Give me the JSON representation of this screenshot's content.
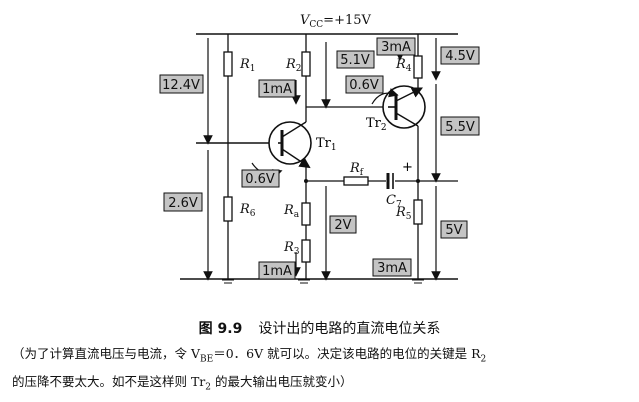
{
  "supply": {
    "prefix": "V",
    "sub": "CC",
    "rest": "=+15V"
  },
  "boxes": {
    "v_r1": "12.4V",
    "v_r6": "2.6V",
    "i_r2": "1mA",
    "v_r2": "5.1V",
    "v_be2": "0.6V",
    "i_r4": "3mA",
    "v_r4": "4.5V",
    "v_ce2": "5.5V",
    "v_be1": "0.6V",
    "v_e1": "2V",
    "i_r3": "1mA",
    "i_r5": "3mA",
    "v_r5": "5V"
  },
  "components": {
    "R1": {
      "letter": "R",
      "sub": "1"
    },
    "R2": {
      "letter": "R",
      "sub": "2"
    },
    "R3": {
      "letter": "R",
      "sub": "3"
    },
    "R4": {
      "letter": "R",
      "sub": "4"
    },
    "R5": {
      "letter": "R",
      "sub": "5"
    },
    "R6": {
      "letter": "R",
      "sub": "6"
    },
    "Ra": {
      "letter": "R",
      "sub": "a"
    },
    "Rf": {
      "letter": "R",
      "sub": "f"
    },
    "C7": {
      "letter": "C",
      "sub": "7"
    },
    "Tr1": {
      "letter": "Tr",
      "sub": "1"
    },
    "Tr2": {
      "letter": "Tr",
      "sub": "2"
    },
    "plus": "+"
  },
  "caption": {
    "number": "图 9.9",
    "title": "设计出的电路的直流电位关系"
  },
  "note": {
    "line1": "（为了计算直流电压与电流，令 V",
    "line1_sub": "BE",
    "line1_rest": "＝0．6V 就可以。决定该电路的电位的关键是 R",
    "line1_sub2": "2",
    "line2": "的压降不要太大。如不是这样则 Tr",
    "line2_sub": "2",
    "line2_rest": " 的最大输出电压就变小）"
  }
}
